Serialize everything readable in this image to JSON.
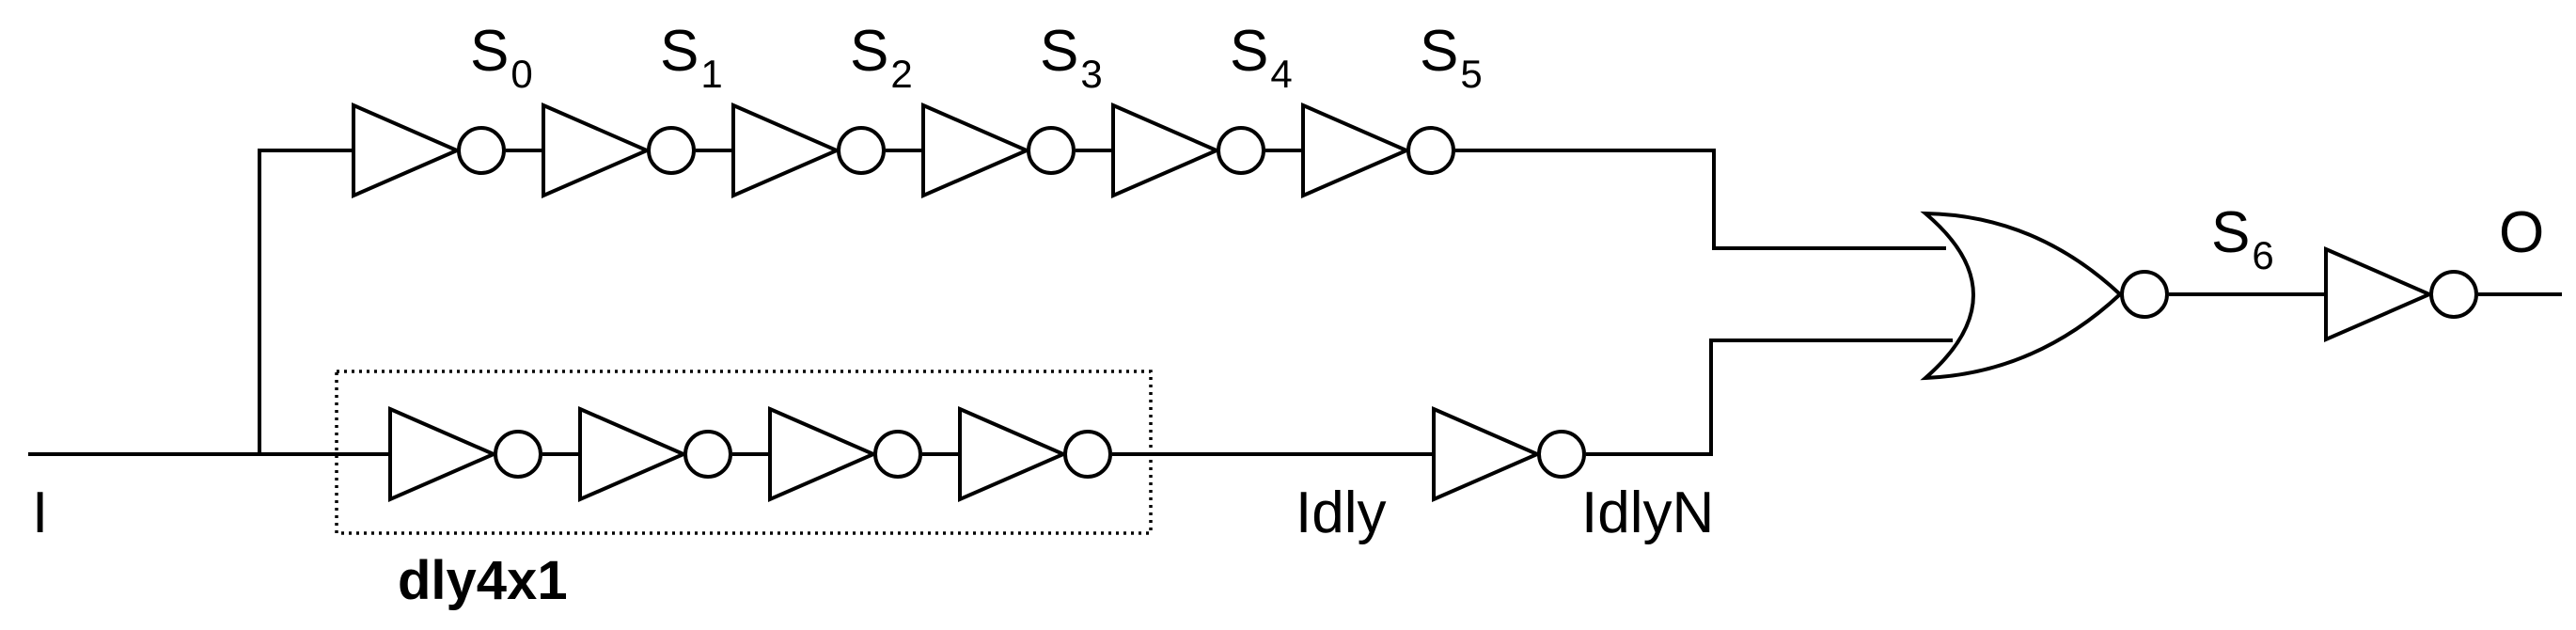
{
  "signals": {
    "input": "I",
    "output": "O",
    "delayed": "Idly",
    "delayed_inverted": "IdlyN",
    "block_name": "dly4x1",
    "taps": [
      {
        "name": "S",
        "index": "0"
      },
      {
        "name": "S",
        "index": "1"
      },
      {
        "name": "S",
        "index": "2"
      },
      {
        "name": "S",
        "index": "3"
      },
      {
        "name": "S",
        "index": "4"
      },
      {
        "name": "S",
        "index": "5"
      },
      {
        "name": "S",
        "index": "6"
      }
    ]
  },
  "colors": {
    "stroke": "#000000",
    "background": "#ffffff"
  }
}
